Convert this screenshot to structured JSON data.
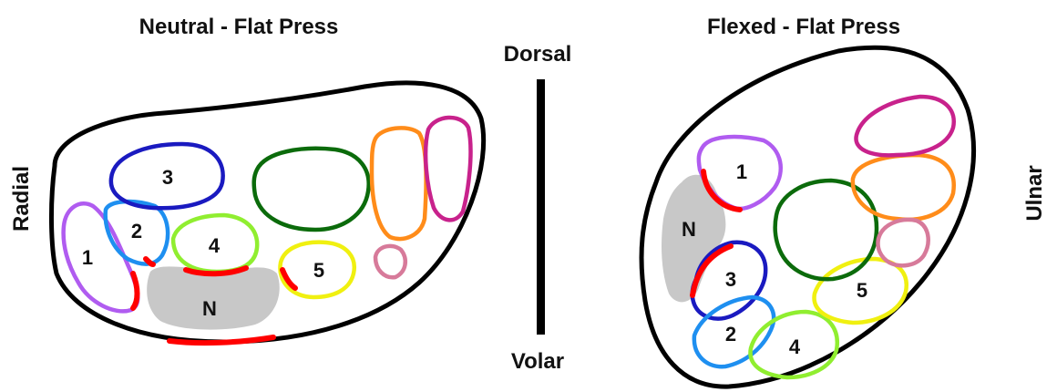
{
  "left_panel": {
    "title": "Neutral - Flat Press",
    "labels": {
      "t1": "1",
      "t2": "2",
      "t3": "3",
      "t4": "4",
      "t5": "5",
      "n": "N"
    }
  },
  "right_panel": {
    "title": "Flexed - Flat Press",
    "labels": {
      "t1": "1",
      "t2": "2",
      "t3": "3",
      "t4": "4",
      "t5": "5",
      "n": "N"
    }
  },
  "orientation": {
    "top": "Dorsal",
    "bottom": "Volar",
    "left": "Radial",
    "right": "Ulnar"
  },
  "colors": {
    "outline": "#000000",
    "nerve_fill": "#c8c8c8",
    "contact": "#ff0000",
    "tendon_1": "#b05cf0",
    "tendon_2": "#1e8ff0",
    "tendon_3": "#1a1ac0",
    "tendon_4": "#90ee30",
    "tendon_5": "#f0f010",
    "dark_green": "#0b6b0b",
    "orange": "#ff8c1a",
    "magenta": "#c8228c",
    "pink": "#d77a9a"
  }
}
